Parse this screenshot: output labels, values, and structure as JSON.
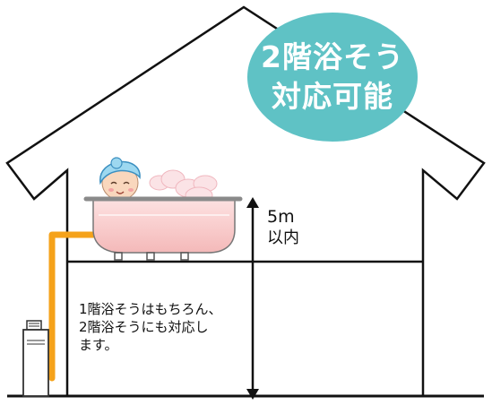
{
  "badge": {
    "line1": "2階浴そう",
    "line2": "対応可能"
  },
  "height_label": {
    "line1": "5m",
    "line2": "以内"
  },
  "description": {
    "line1": "1階浴そうはもちろん、",
    "line2": "2階浴そうにも対応し",
    "line3": "ます。"
  },
  "colors": {
    "badge": "#5fc2c5",
    "pipe": "#f5a21a",
    "tub": "#f7c8c8",
    "line": "#111111"
  },
  "icons": [
    "house-outline",
    "bathtub",
    "bathing-person",
    "water-heater-unit",
    "height-arrow"
  ]
}
